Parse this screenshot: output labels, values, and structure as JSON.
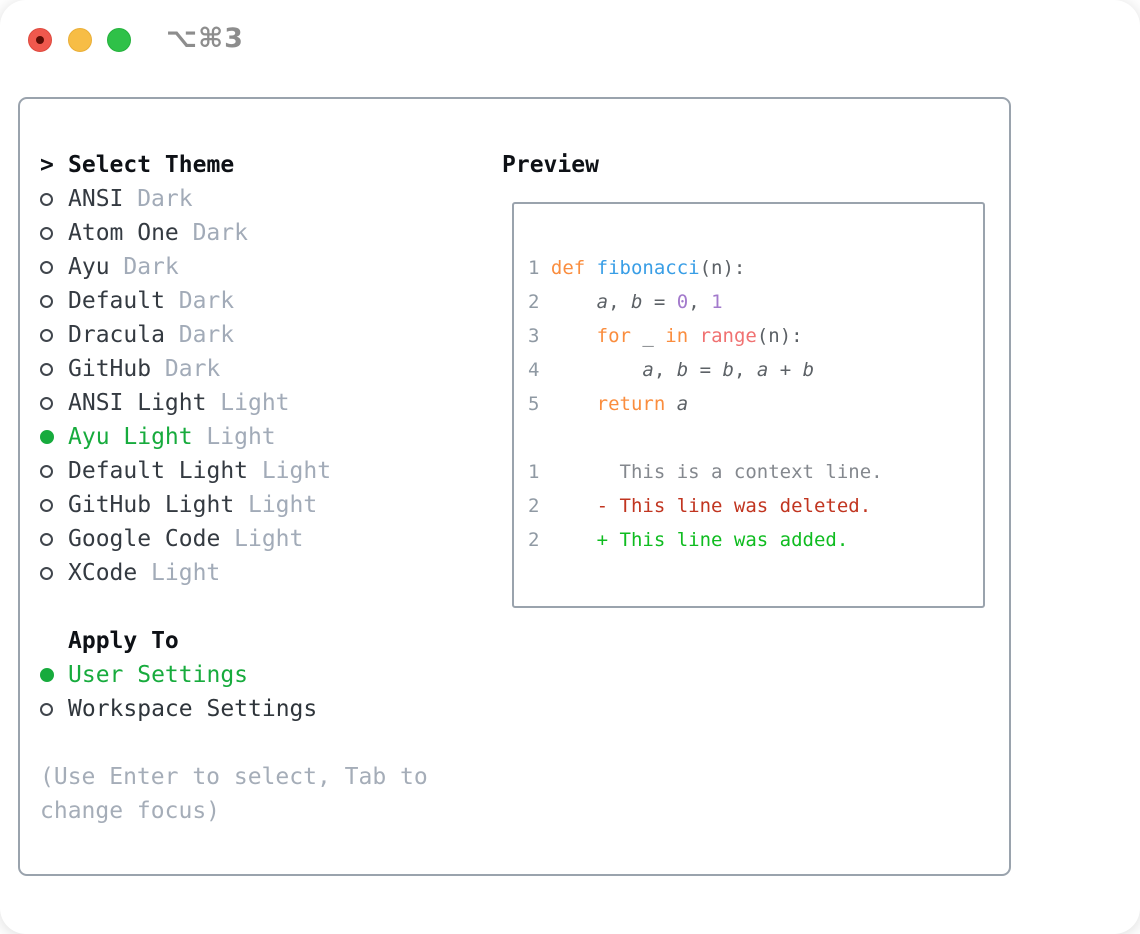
{
  "window": {
    "shortcut": "⌥⌘3",
    "traffic_lights": [
      "close",
      "minimize",
      "zoom"
    ]
  },
  "theme_picker": {
    "prompt": ">",
    "title": "Select Theme",
    "items": [
      {
        "name": "ANSI",
        "variant": "Dark",
        "selected": false
      },
      {
        "name": "Atom One",
        "variant": "Dark",
        "selected": false
      },
      {
        "name": "Ayu",
        "variant": "Dark",
        "selected": false
      },
      {
        "name": "Default",
        "variant": "Dark",
        "selected": false
      },
      {
        "name": "Dracula",
        "variant": "Dark",
        "selected": false
      },
      {
        "name": "GitHub",
        "variant": "Dark",
        "selected": false
      },
      {
        "name": "ANSI Light",
        "variant": "Light",
        "selected": false
      },
      {
        "name": "Ayu Light",
        "variant": "Light",
        "selected": true
      },
      {
        "name": "Default Light",
        "variant": "Light",
        "selected": false
      },
      {
        "name": "GitHub Light",
        "variant": "Light",
        "selected": false
      },
      {
        "name": "Google Code",
        "variant": "Light",
        "selected": false
      },
      {
        "name": "XCode",
        "variant": "Light",
        "selected": false
      }
    ]
  },
  "apply_to": {
    "title": "Apply To",
    "options": [
      {
        "label": "User Settings",
        "selected": true
      },
      {
        "label": "Workspace Settings",
        "selected": false
      }
    ]
  },
  "help_text": [
    "(Use Enter to select, Tab to",
    "change focus)"
  ],
  "preview": {
    "title": "Preview",
    "code_lines": [
      {
        "num": "1",
        "tokens": [
          [
            "def",
            "kw"
          ],
          [
            " ",
            "fg"
          ],
          [
            "fibonacci",
            "fn"
          ],
          [
            "(n):",
            "fg"
          ]
        ]
      },
      {
        "num": "2",
        "tokens": [
          [
            "    ",
            "fg"
          ],
          [
            "a",
            "var"
          ],
          [
            ", ",
            "fg"
          ],
          [
            "b",
            "var"
          ],
          [
            " = ",
            "fg"
          ],
          [
            "0",
            "num"
          ],
          [
            ", ",
            "fg"
          ],
          [
            "1",
            "num"
          ]
        ]
      },
      {
        "num": "3",
        "tokens": [
          [
            "    ",
            "fg"
          ],
          [
            "for",
            "kw"
          ],
          [
            " _ ",
            "fg"
          ],
          [
            "in",
            "kw"
          ],
          [
            " ",
            "fg"
          ],
          [
            "range",
            "rng"
          ],
          [
            "(n):",
            "fg"
          ]
        ]
      },
      {
        "num": "4",
        "tokens": [
          [
            "        ",
            "fg"
          ],
          [
            "a",
            "var"
          ],
          [
            ", ",
            "fg"
          ],
          [
            "b",
            "var"
          ],
          [
            " = ",
            "fg"
          ],
          [
            "b",
            "var"
          ],
          [
            ", ",
            "fg"
          ],
          [
            "a",
            "var"
          ],
          [
            " + ",
            "fg"
          ],
          [
            "b",
            "var"
          ]
        ]
      },
      {
        "num": "5",
        "tokens": [
          [
            "    ",
            "fg"
          ],
          [
            "return",
            "kw"
          ],
          [
            " ",
            "fg"
          ],
          [
            "a",
            "var"
          ]
        ]
      }
    ],
    "diff_lines": [
      {
        "num": "1",
        "tokens": [
          [
            "      This is a context line.",
            "ctx"
          ]
        ]
      },
      {
        "num": "2",
        "tokens": [
          [
            "    - This line was deleted.",
            "del"
          ]
        ]
      },
      {
        "num": "2",
        "tokens": [
          [
            "    + This line was added.",
            "add"
          ]
        ]
      }
    ]
  },
  "colors": {
    "accent_green": "#17ab3d",
    "keyword_orange": "#fa8d3e",
    "function_blue": "#399ee6",
    "number_purple": "#a37acc",
    "builtin_coral": "#f07171",
    "code_foreground": "#5c6166",
    "line_number_gray": "#8f99a3",
    "context_gray": "#84888e",
    "diff_deleted_red": "#c13520",
    "diff_added_green": "#0fbc20",
    "muted_gray": "#a5adb8",
    "panel_border": "#9aa3ad",
    "traffic_red": "#f0584d",
    "traffic_yellow": "#f7bd45",
    "traffic_green": "#2fc148"
  }
}
